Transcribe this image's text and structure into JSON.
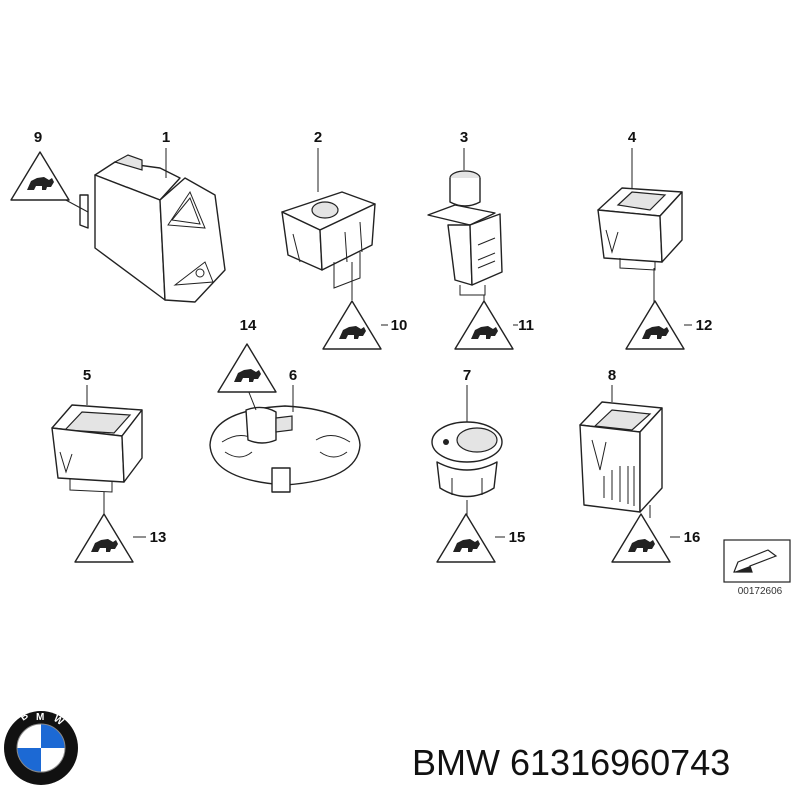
{
  "callouts": [
    {
      "id": "1",
      "label": "1"
    },
    {
      "id": "2",
      "label": "2"
    },
    {
      "id": "3",
      "label": "3"
    },
    {
      "id": "4",
      "label": "4"
    },
    {
      "id": "5",
      "label": "5"
    },
    {
      "id": "6",
      "label": "6"
    },
    {
      "id": "7",
      "label": "7"
    },
    {
      "id": "8",
      "label": "8"
    },
    {
      "id": "9",
      "label": "9"
    },
    {
      "id": "10",
      "label": "10"
    },
    {
      "id": "11",
      "label": "11"
    },
    {
      "id": "12",
      "label": "12"
    },
    {
      "id": "13",
      "label": "13"
    },
    {
      "id": "14",
      "label": "14"
    },
    {
      "id": "15",
      "label": "15"
    },
    {
      "id": "16",
      "label": "16"
    }
  ],
  "drawing_code": "00172606",
  "brand_logo": {
    "name": "bmw-roundel-logo",
    "lettering": "BMW",
    "colors": {
      "blue": "#1c69d4",
      "white": "#ffffff",
      "ring": "#111111"
    }
  },
  "brand": "BMW",
  "part_number": "61316960743"
}
